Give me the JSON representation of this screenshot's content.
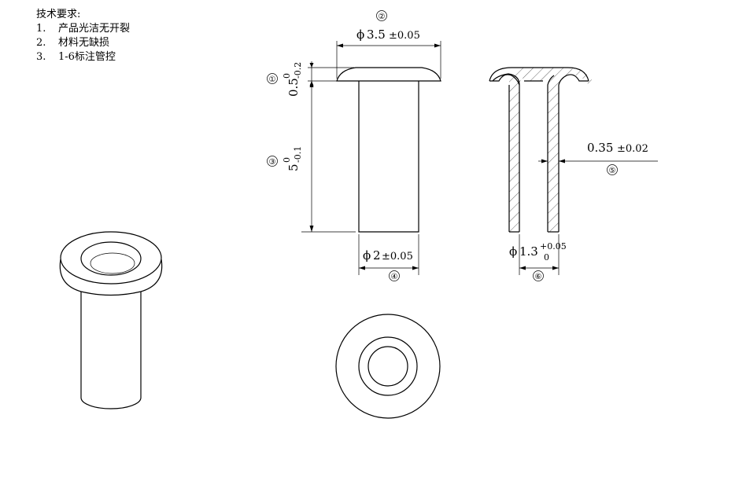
{
  "requirements": {
    "title": "技术要求:",
    "items": [
      {
        "num": "1.",
        "text": "产品光洁无开裂"
      },
      {
        "num": "2.",
        "text": "材料无缺损"
      },
      {
        "num": "3.",
        "text": "1-6标注管控"
      }
    ]
  },
  "dimensions": {
    "d1": {
      "tag": "①",
      "nominal": "0.5",
      "upper": "0",
      "lower": "-0.2"
    },
    "d2": {
      "tag": "②",
      "phi": "ϕ",
      "nominal": "3.5",
      "tol": "±0.05"
    },
    "d3": {
      "tag": "③",
      "nominal": "5",
      "upper": "0",
      "lower": "-0.1"
    },
    "d4": {
      "tag": "④",
      "phi": "ϕ",
      "nominal": "2",
      "tol": "±0.05"
    },
    "d5": {
      "tag": "⑤",
      "nominal": "0.35",
      "tol": "±0.02"
    },
    "d6": {
      "tag": "⑥",
      "phi": "ϕ",
      "nominal": "1.3",
      "upper": "+0.05",
      "lower": "0"
    }
  }
}
